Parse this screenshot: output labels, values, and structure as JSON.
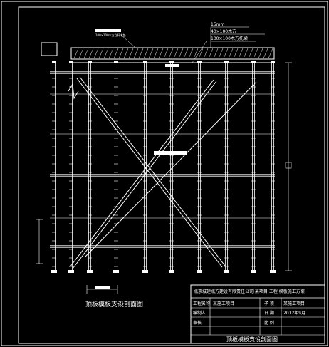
{
  "drawing": {
    "title": "顶板模板支设剖面图",
    "slab_note_1": "100×100木方立杆木垫",
    "slab_note_2": "15mm",
    "slab_note_3": "40×100木方",
    "slab_note_4": "100×100木方托梁"
  },
  "title_block": {
    "header": "北京城建北方建设有限责任公司 某项目 工程 模板施工方案",
    "project_label": "工程名称",
    "project_value": "某施工项目",
    "designer_label": "编制人",
    "designer_value": "",
    "reviewer_label": "审核",
    "reviewer_value": "",
    "chief_label": "子 项",
    "chief_value": "某施工项目",
    "date_label": "日 期",
    "date_value": "2012年9月",
    "drawing_no_label": "比 例",
    "drawing_no_value": "",
    "footer_title": "顶板模板支设剖面图"
  },
  "colors": {
    "line": "#ffffff",
    "background": "#000000"
  }
}
